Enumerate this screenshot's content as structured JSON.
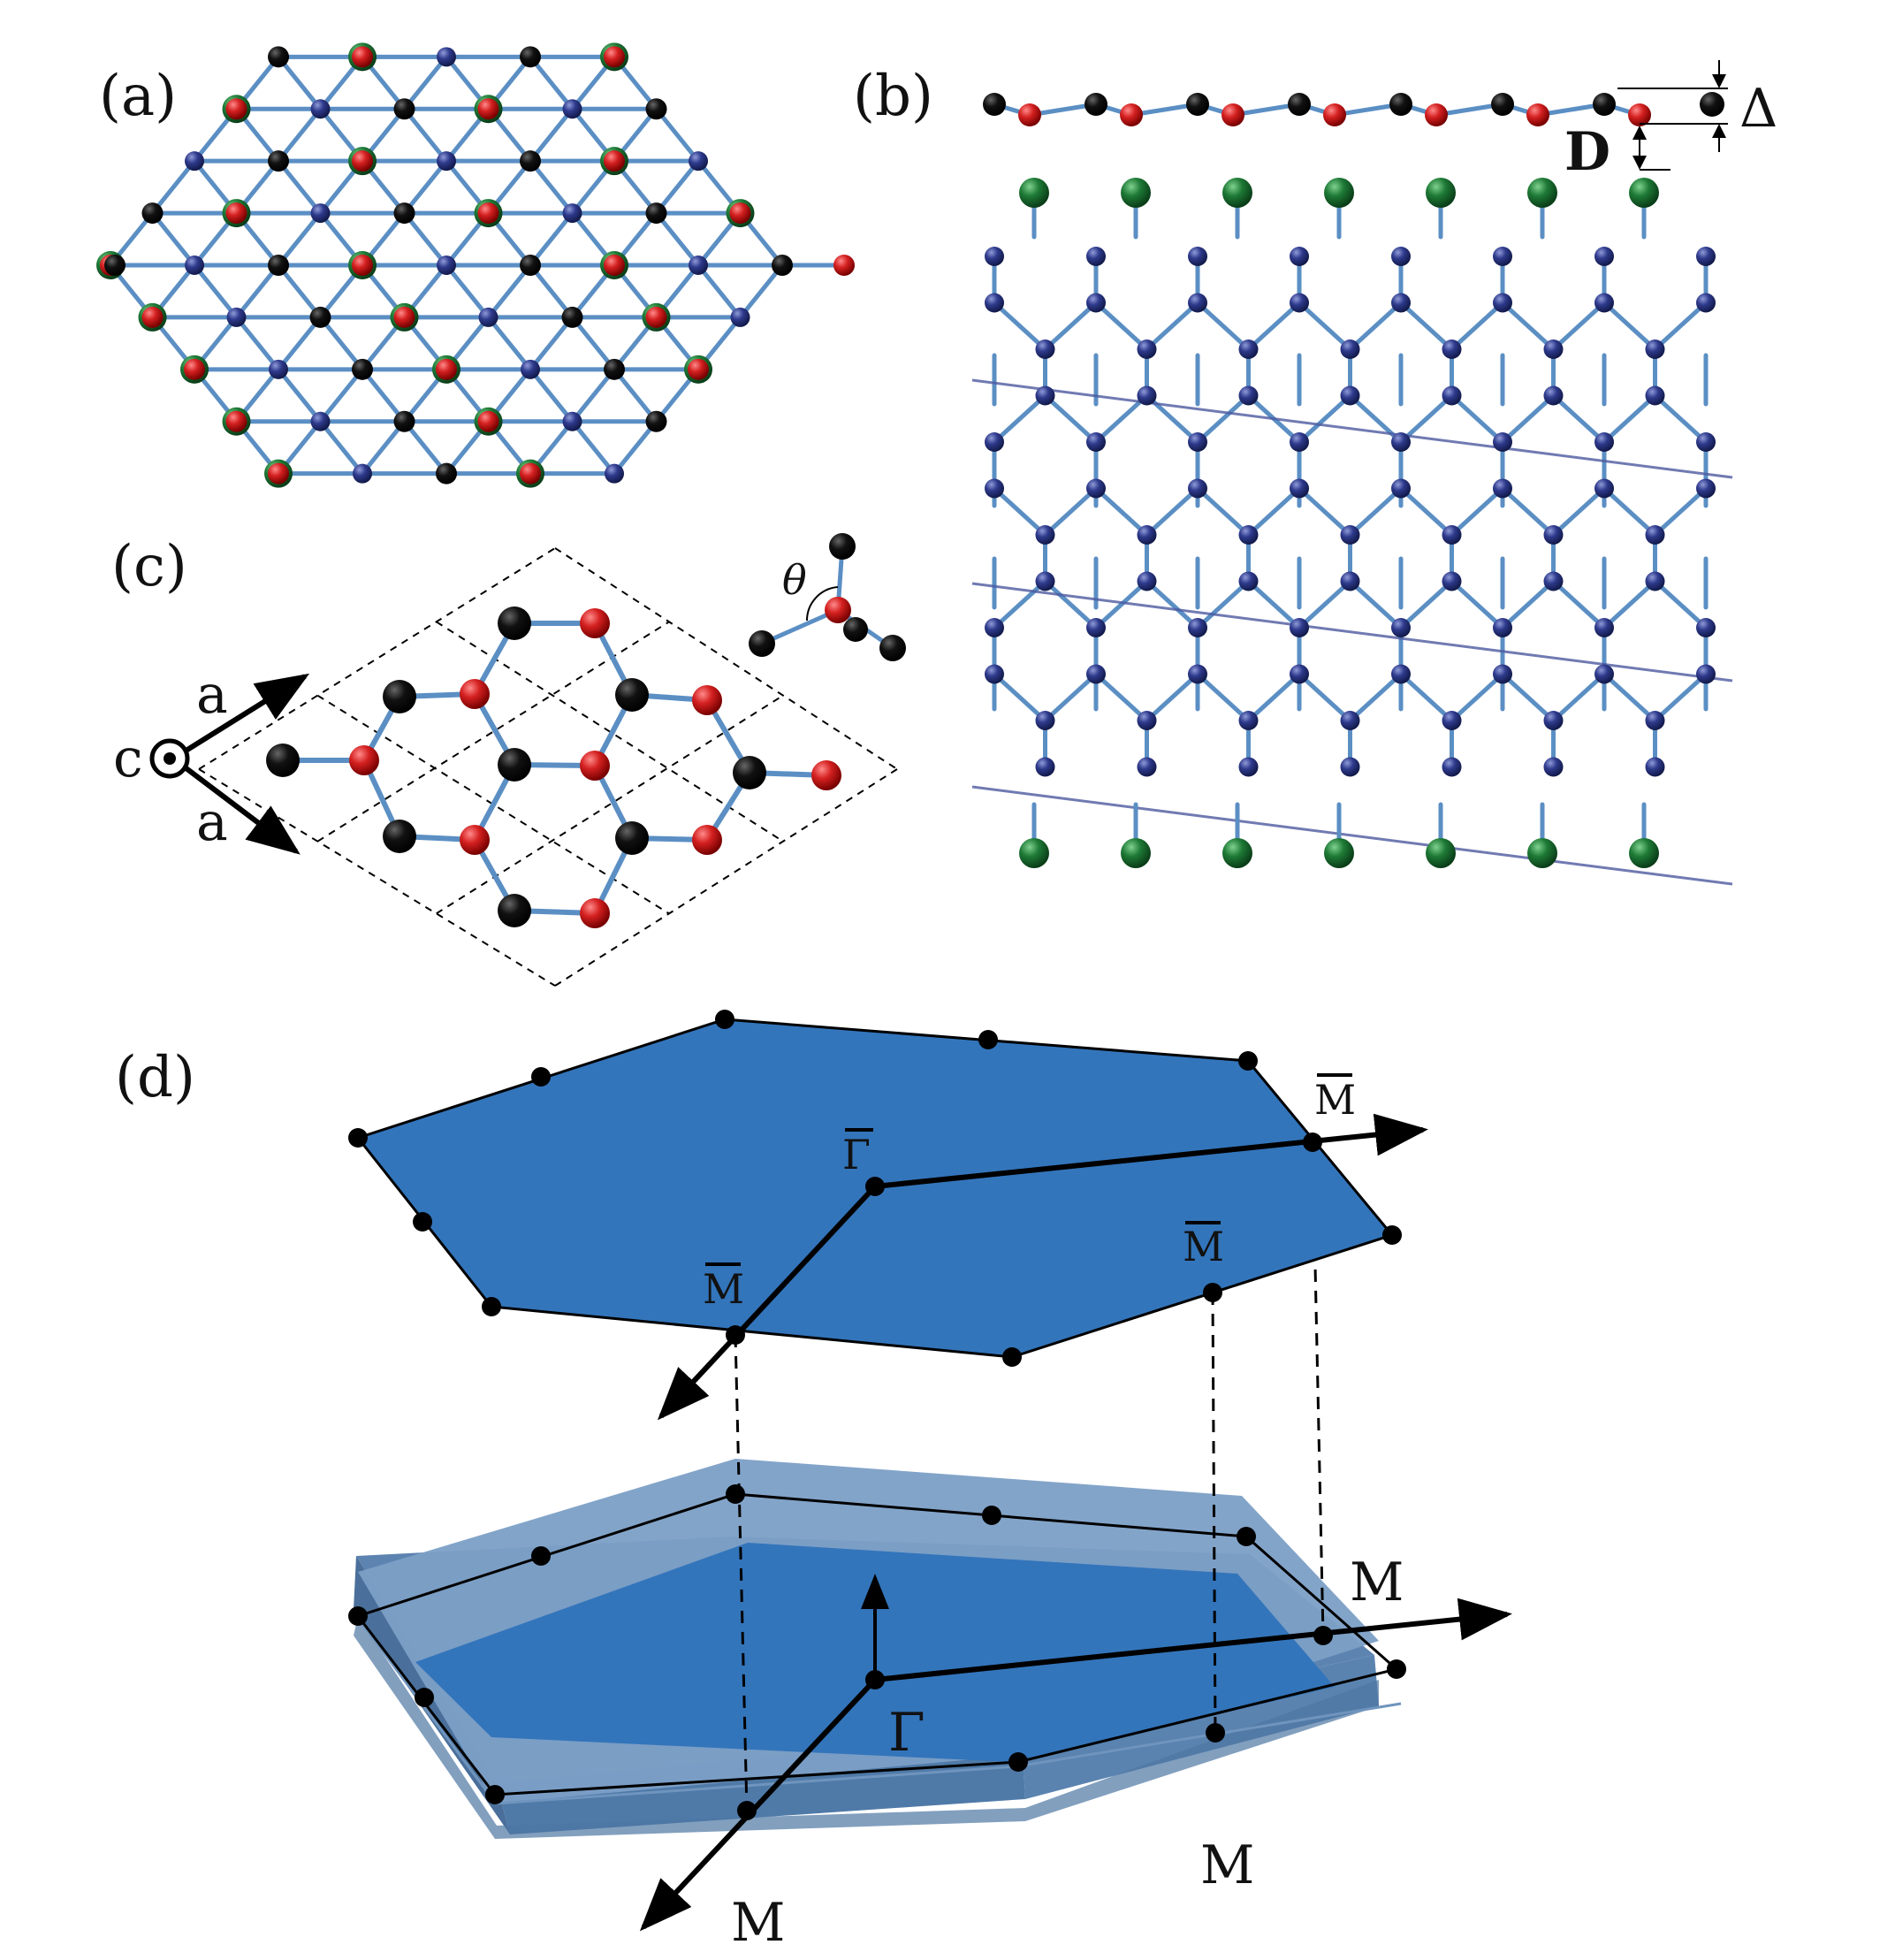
{
  "panels": {
    "a": "(a)",
    "b": "(b)",
    "c": "(c)",
    "d": "(d)"
  },
  "panel_b": {
    "delta_label": "Δ",
    "d_label": "D"
  },
  "panel_c": {
    "theta_label": "θ",
    "a1_label": "a",
    "a2_label": "a",
    "c_label": "c"
  },
  "panel_d": {
    "surface_gamma": "Γ",
    "surface_m_right": "M",
    "surface_m_mid": "M",
    "surface_m_left": "M",
    "bulk_gamma": "Γ",
    "bulk_m_right": "M",
    "bulk_m_mid": "M",
    "bulk_m_bottom": "M"
  },
  "colors": {
    "bond": "#5b8fc4",
    "atom_black": "#111111",
    "atom_red": "#d42020",
    "atom_blue": "#2e3a8c",
    "atom_green": "#1e7a36",
    "bz_top": "#3375bb",
    "slab_light": "#7c9fc6",
    "slab_dark": "#4f79a9"
  }
}
